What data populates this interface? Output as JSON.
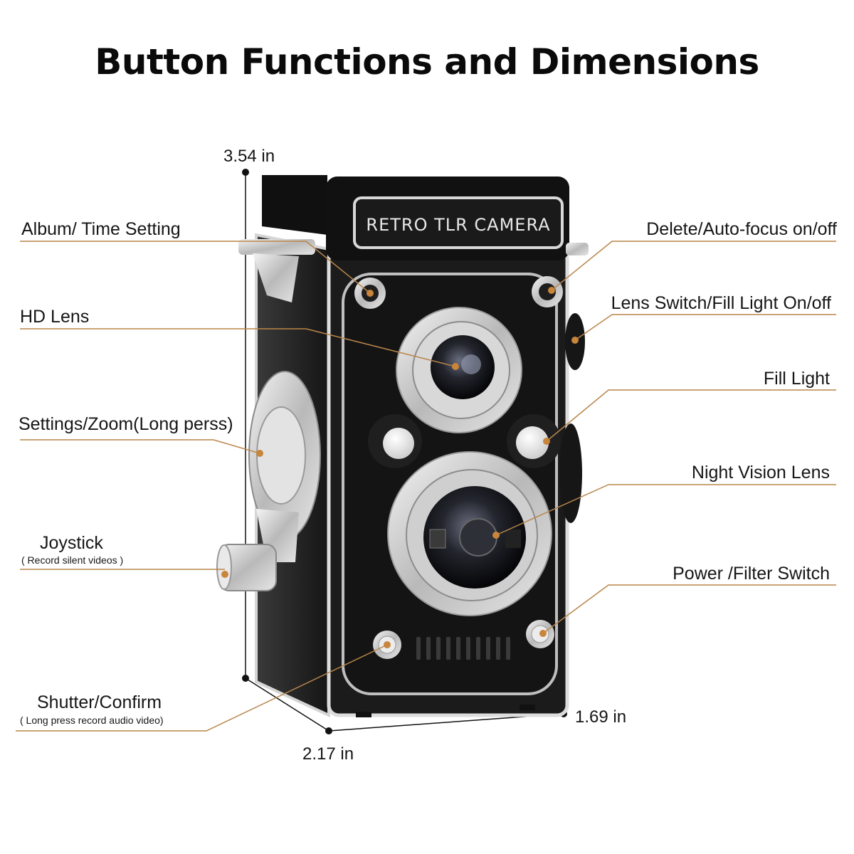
{
  "title": "Button Functions and Dimensions",
  "camera": {
    "brand_plate": "RETRO TLR CAMERA"
  },
  "labels": {
    "album": "Album/ Time Setting",
    "hd_lens": "HD Lens",
    "settings": "Settings/Zoom(Long perss)",
    "joystick": "Joystick",
    "joystick_note": "( Record silent videos )",
    "shutter": "Shutter/Confirm",
    "shutter_note": "( Long press record audio  video)",
    "delete": "Delete/Auto-focus on/off",
    "lens_switch": "Lens Switch/Fill Light On/off",
    "fill_light": "Fill Light",
    "night_vision": "Night Vision Lens",
    "power": "Power /Filter Switch"
  },
  "dimensions": {
    "height": "3.54 in",
    "width": "2.17 in",
    "depth": "1.69 in"
  },
  "colors": {
    "leader": "#b8864a",
    "body": "#1b1b1b",
    "silver": "#cfcfcf",
    "dot": "#c8853c"
  }
}
